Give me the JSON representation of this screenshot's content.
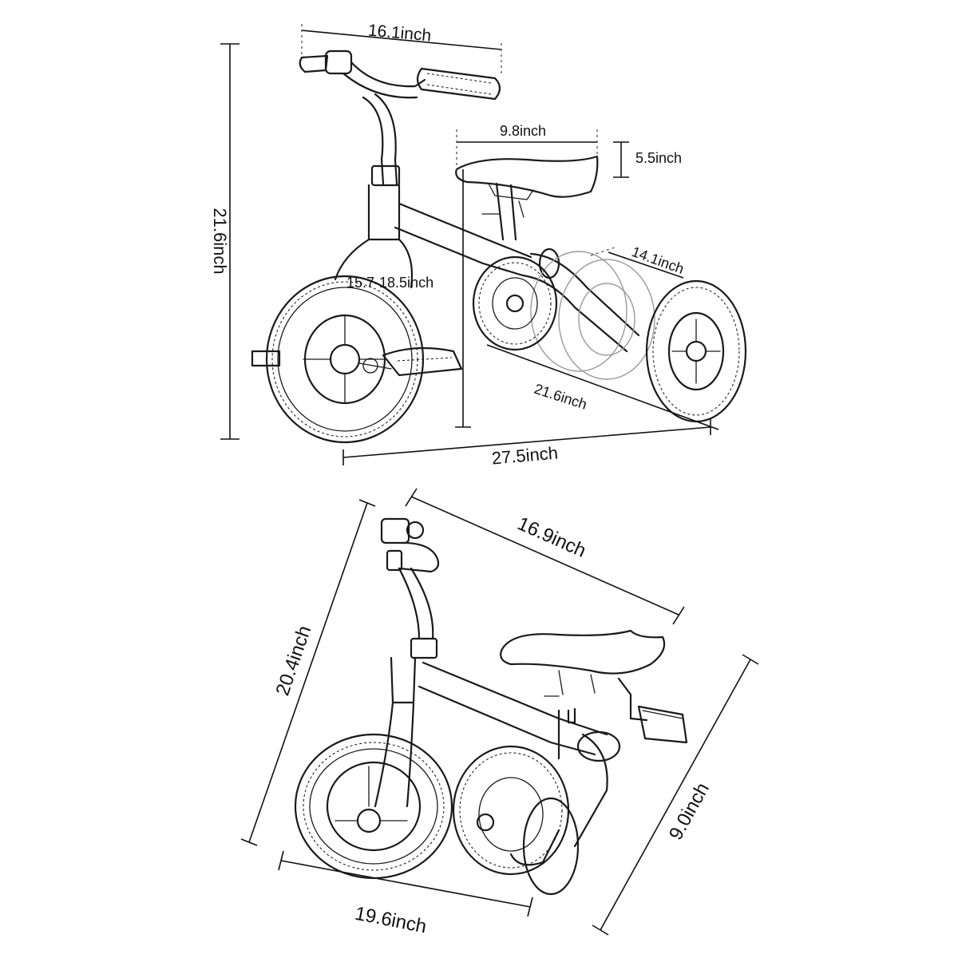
{
  "top_view": {
    "handlebar_width": "16.1inch",
    "total_height": "21.6inch",
    "seat_length": "9.8inch",
    "seat_height_adjust": "5.5inch",
    "rear_width": "14.1inch",
    "seat_range": "15.7-18.5inch",
    "wheelbase": "21.6inch",
    "total_length": "27.5inch"
  },
  "bottom_view": {
    "folded_length": "16.9inch",
    "folded_height": "20.4inch",
    "folded_width": "9.0inch",
    "folded_depth": "19.6inch"
  }
}
